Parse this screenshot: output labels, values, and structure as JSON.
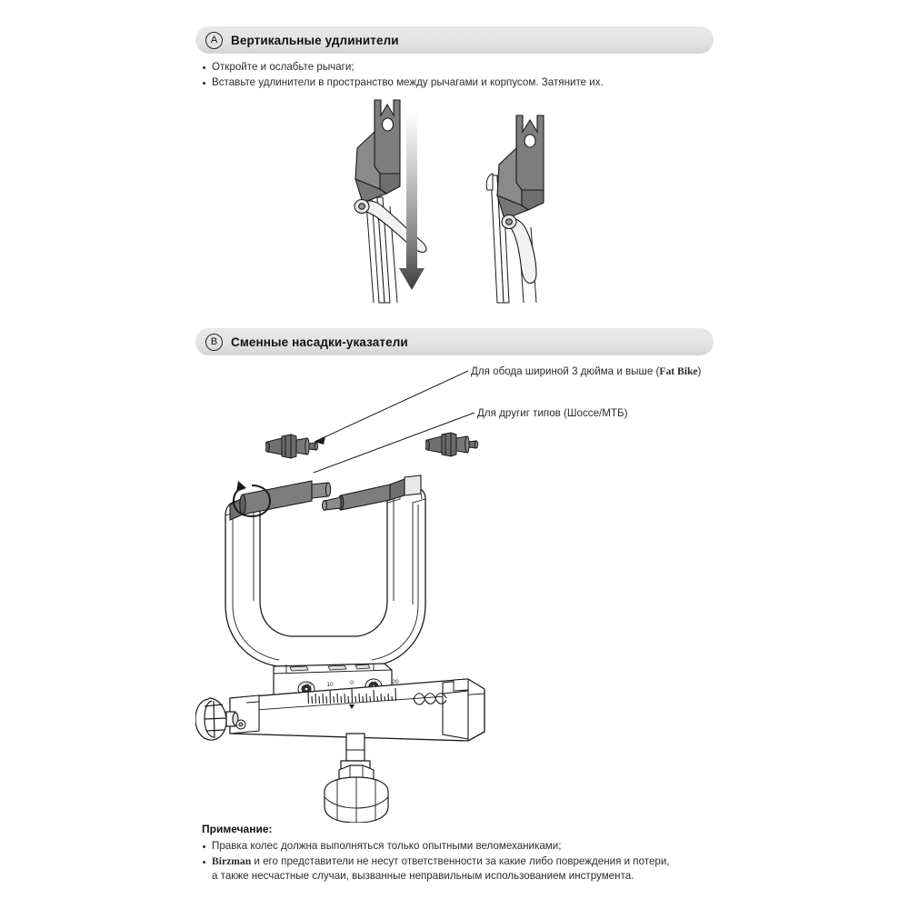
{
  "sections": [
    {
      "badge": "A",
      "title": "Вертикальные удлинители",
      "bullets": [
        "Откройте и ослабьте рычаги;",
        "Вставьте удлинители в пространство между рычагами и корпусом. Затяните их."
      ]
    },
    {
      "badge": "B",
      "title": "Сменные насадки-указатели",
      "bullets": []
    }
  ],
  "callouts": [
    {
      "text_before": "Для обода шириной 3 дюйма и выше (",
      "text_bold": "Fat Bike",
      "text_after": ")"
    },
    {
      "text_plain": "Для другиг типов (Шоссе/МТБ)"
    }
  ],
  "scale": {
    "labels": [
      "20",
      "10",
      "0",
      "10",
      "20"
    ]
  },
  "notes": {
    "heading": "Примечание:",
    "items": [
      "Правка колес должна выполняться только опытными веломеханиками;"
    ],
    "brand_item": {
      "brand": "Birzman",
      "rest": " и его представители не несут ответственности за какие либо повреждения и потери,",
      "continuation": "а также несчастные случаи, вызванные неправильным использованием инструмента."
    }
  },
  "colors": {
    "bar": "#e4e4e4",
    "metal_gray": "#808080",
    "metal_dark": "#6b6b6b",
    "line": "#1a1a1a",
    "text": "#2b2b2b"
  }
}
